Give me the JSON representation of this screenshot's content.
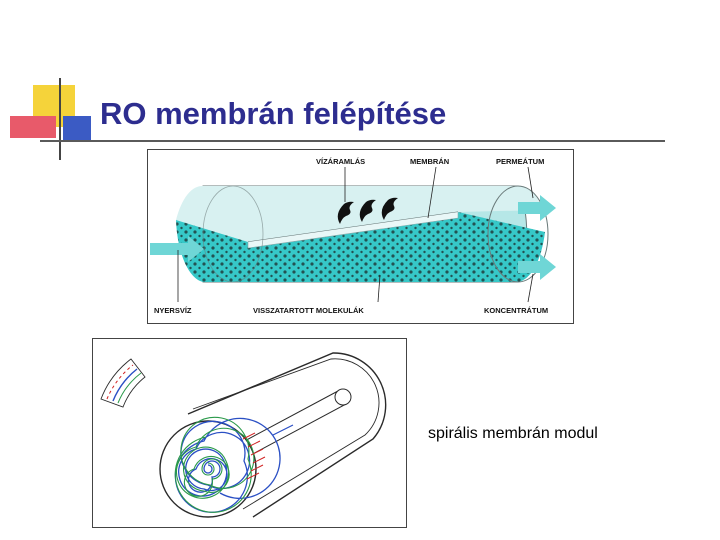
{
  "slide": {
    "title": "RO membrán felépítése",
    "accent_colors": {
      "yellow": "#f5d33a",
      "red": "#e85a6a",
      "blue": "#3b5bc4",
      "title": "#2d2d8f",
      "membrane_cyan": "#36c8c8"
    }
  },
  "membrane_diagram": {
    "labels": {
      "water_flow": "VÍZÁRAMLÁS",
      "membrane": "MEMBRÁN",
      "permeate": "PERMEÁTUM",
      "raw_water": "NYERSVÍZ",
      "retained_molecules": "VISSZATARTOTT MOLEKULÁK",
      "concentrate": "KONCENTRÁTUM"
    }
  },
  "spiral_module": {
    "caption": "spirális membrán modul"
  }
}
